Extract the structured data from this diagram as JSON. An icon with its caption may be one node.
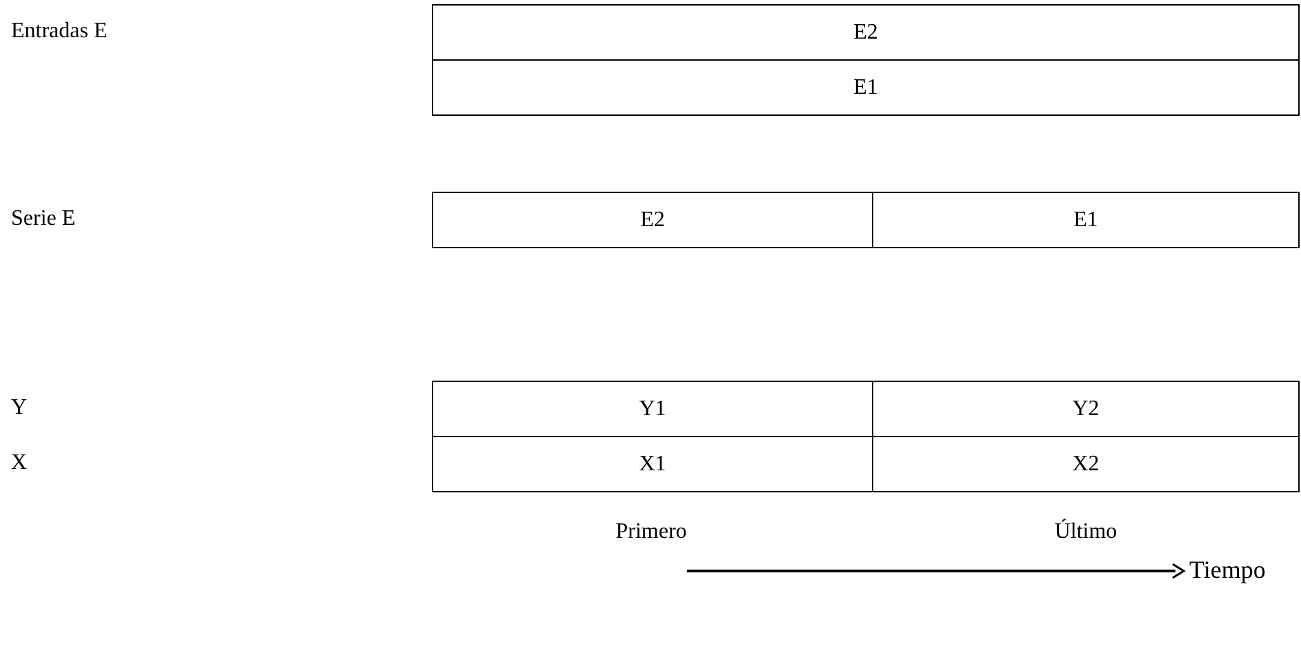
{
  "diagram": {
    "nodes": [
      {
        "text": [
          "E2"
        ]
      },
      {
        "text": [
          "E1"
        ]
      },
      {
        "text": [
          "E2"
        ]
      },
      {
        "text": [
          "E1"
        ]
      },
      {
        "text": [
          "Y1"
        ]
      },
      {
        "text": [
          "Y2"
        ]
      },
      {
        "text": [
          "X1"
        ]
      },
      {
        "text": [
          "X2"
        ]
      }
    ],
    "edges": [],
    "labels": [
      "Entradas E",
      "Serie E",
      "Y",
      "X",
      "Primero",
      "Último",
      "Tiempo"
    ]
  }
}
